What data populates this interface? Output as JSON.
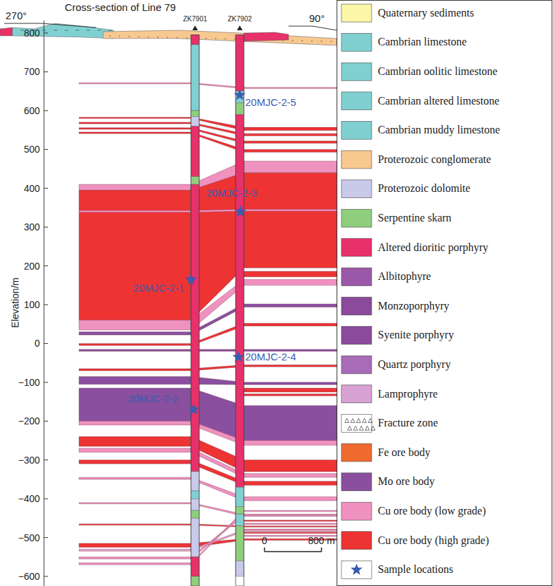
{
  "diagram": {
    "title": "Cross-section of Line 79",
    "labels": [
      "270°",
      "90°",
      "ZK7901",
      "ZK7902",
      "800",
      "700",
      "600",
      "500",
      "400",
      "300",
      "200",
      "100",
      "0",
      "−100",
      "−200",
      "−300",
      "−400",
      "−500",
      "−600",
      "Elevation/m",
      "20MJC-2-5",
      "20MJC-2-3",
      "20MJC-2-1",
      "20MJC-2-4",
      "20MJC-2-2",
      "0",
      "800 m"
    ],
    "legend": [
      {
        "text": "Quaternary sediments",
        "color": "#fbf6a8"
      },
      {
        "text": "Cambrian limestone",
        "color": "#80d0d2"
      },
      {
        "text": "Cambrian oolitic limestone",
        "color": "#80d0d2"
      },
      {
        "text": "Cambrian altered limestone",
        "color": "#80d0d2"
      },
      {
        "text": "Cambrian muddy limestone",
        "color": "#80d0d2"
      },
      {
        "text": "Proterozoic conglomerate",
        "color": "#f8c891"
      },
      {
        "text": "Proterozoic dolomite",
        "color": "#c9c9ea"
      },
      {
        "text": "Serpentine skarn",
        "color": "#8fce7c"
      },
      {
        "text": "Altered dioritic porphyry",
        "color": "#e8306a"
      },
      {
        "text": "Albitophyre",
        "color": "#9b58a8"
      },
      {
        "text": "Monzoporphyry",
        "color": "#8b4a9b"
      },
      {
        "text": "Syenite porphyry",
        "color": "#8b4a9b"
      },
      {
        "text": "Quartz porphyry",
        "color": "#a86bb8"
      },
      {
        "text": "Lamprophyre",
        "color": "#d9a2d4"
      },
      {
        "text": "Fracture zone"
      },
      {
        "text": "Fe ore body",
        "color": "#f06a30"
      },
      {
        "text": "Mo ore body",
        "color": "#8a4f9e"
      },
      {
        "text": "Cu ore body (low grade)",
        "color": "#f092c0"
      },
      {
        "text": "Cu ore body (high grade)",
        "color": "#ee3333"
      },
      {
        "text": "Sample locations"
      }
    ]
  }
}
